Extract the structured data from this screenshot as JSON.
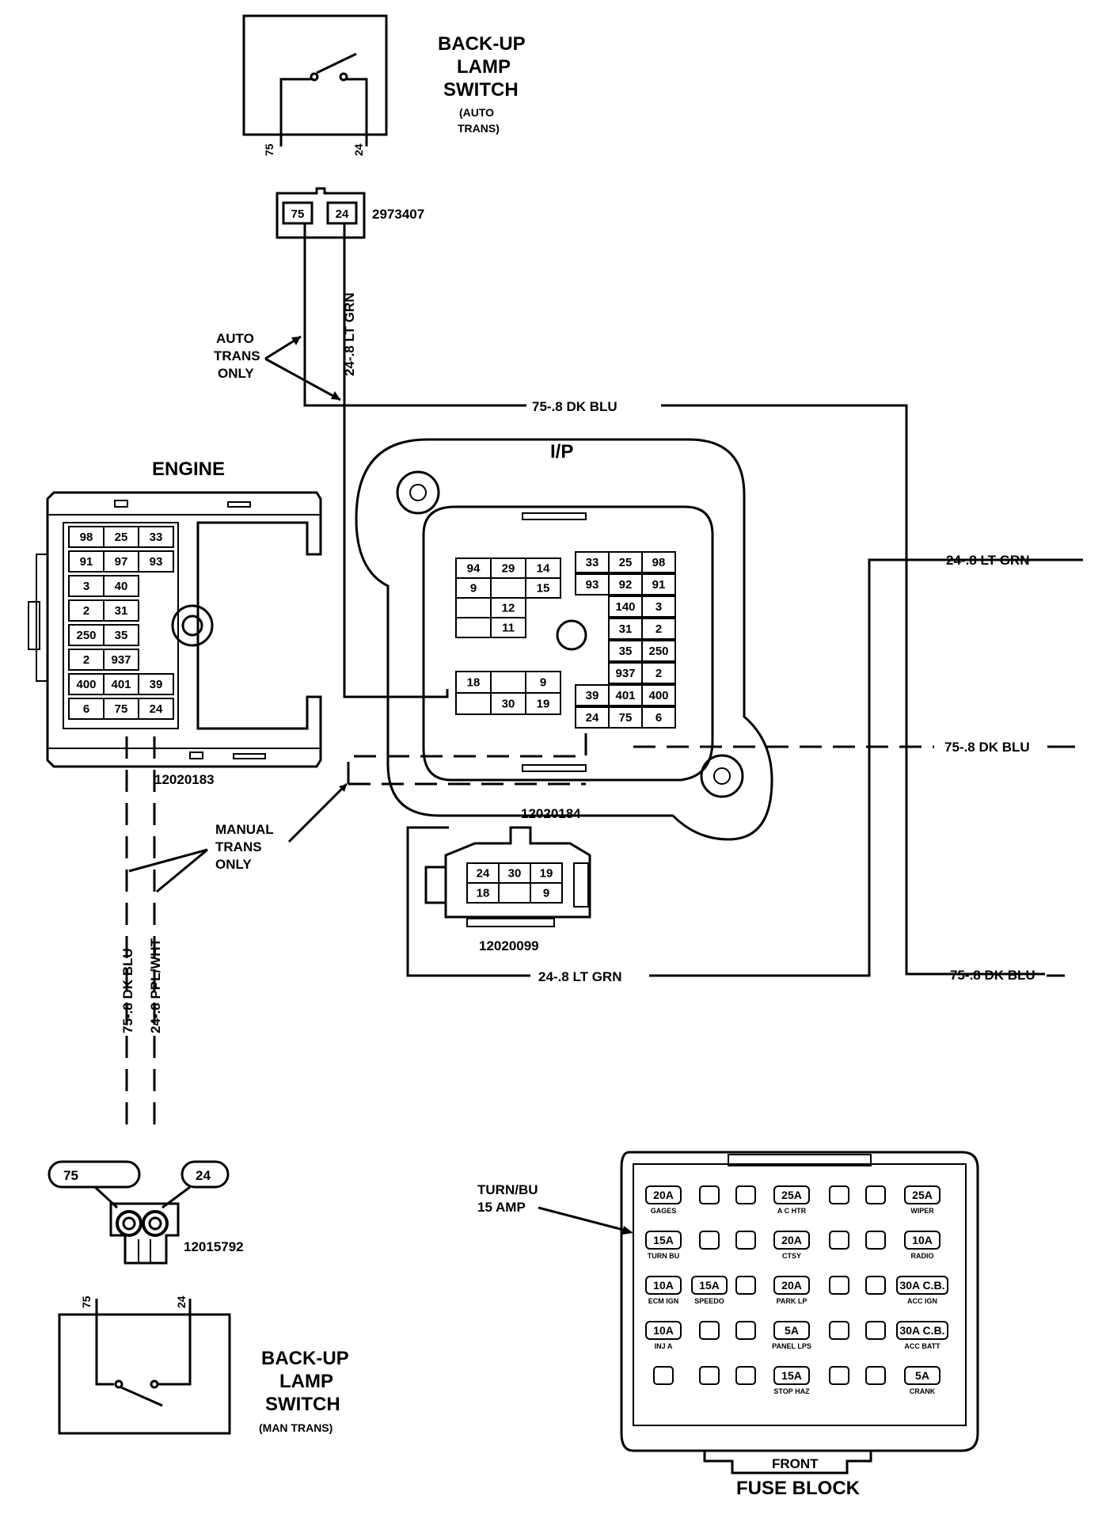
{
  "switch_auto": {
    "title_line1": "BACK-UP",
    "title_line2": "LAMP",
    "title_line3": "SWITCH",
    "sub_line1": "(AUTO",
    "sub_line2": "TRANS)",
    "pin_left": "75",
    "pin_right": "24"
  },
  "connector_top": {
    "cav1": "75",
    "cav2": "24",
    "part_number": "2973407"
  },
  "wires": {
    "lt_grn_vertical": "24-.8 LT GRN",
    "dk_blu_top": "75-.8 DK BLU",
    "lt_grn_right": "24-.8 LT GRN",
    "dk_blu_right_mid": "75-.8 DK BLU",
    "lt_grn_bottom": "24-.8 LT GRN",
    "dk_blu_right_bottom": "75-.8 DK BLU",
    "dk_blu_vertical": "75-.8 DK BLU",
    "ppl_wht_vertical": "24-.8 PPL/WHT"
  },
  "notes": {
    "auto_line1": "AUTO",
    "auto_line2": "TRANS",
    "auto_line3": "ONLY",
    "manual_line1": "MANUAL",
    "manual_line2": "TRANS",
    "manual_line3": "ONLY"
  },
  "engine_block": {
    "title": "ENGINE",
    "part_number": "12020183",
    "rows": [
      [
        "98",
        "25",
        "33"
      ],
      [
        "91",
        "97",
        "93"
      ],
      [
        "3",
        "40"
      ],
      [
        "2",
        "31"
      ],
      [
        "250",
        "35"
      ],
      [
        "2",
        "937"
      ],
      [
        "400",
        "401",
        "39"
      ],
      [
        "6",
        "75",
        "24"
      ]
    ]
  },
  "ip_block": {
    "title": "I/P",
    "left_upper": [
      "94",
      "29",
      "14",
      "9",
      "15",
      "12",
      "11"
    ],
    "left_lower": [
      "18",
      "9",
      "30",
      "19"
    ],
    "right_rows": [
      [
        "33",
        "25",
        "98"
      ],
      [
        "93",
        "92",
        "91"
      ],
      [
        "140",
        "3"
      ],
      [
        "31",
        "2"
      ],
      [
        "35",
        "250"
      ],
      [
        "937",
        "2"
      ],
      [
        "39",
        "401",
        "400"
      ],
      [
        "24",
        "75",
        "6"
      ]
    ]
  },
  "connector_ip": {
    "part_number_top": "12020184",
    "part_number_bottom": "12020099",
    "row1": [
      "24",
      "30",
      "19"
    ],
    "row2": [
      "18",
      "",
      "9"
    ]
  },
  "switch_manual": {
    "title_line1": "BACK-UP",
    "title_line2": "LAMP",
    "title_line3": "SWITCH",
    "sub": "(MAN TRANS)",
    "pin_left": "75",
    "pin_right": "24",
    "bubble_left": "75",
    "bubble_right": "24",
    "connector_part": "12015792"
  },
  "fuse_block": {
    "title": "FUSE BLOCK",
    "front_label": "FRONT",
    "callout_line1": "TURN/BU",
    "callout_line2": "15 AMP",
    "fuses": [
      {
        "rating": "20A",
        "name": "GAGES"
      },
      {
        "rating": "25A",
        "name": "A C HTR"
      },
      {
        "rating": "25A",
        "name": "WIPER"
      },
      {
        "rating": "15A",
        "name": "TURN BU"
      },
      {
        "rating": "20A",
        "name": "CTSY"
      },
      {
        "rating": "10A",
        "name": "RADIO"
      },
      {
        "rating": "10A",
        "name": "ECM IGN"
      },
      {
        "rating": "15A",
        "name": "SPEEDO"
      },
      {
        "rating": "20A",
        "name": "PARK LP"
      },
      {
        "rating": "30A C.B.",
        "name": "ACC IGN"
      },
      {
        "rating": "10A",
        "name": "INJ A"
      },
      {
        "rating": "5A",
        "name": "PANEL LPS"
      },
      {
        "rating": "30A C.B.",
        "name": "ACC BATT"
      },
      {
        "rating": "15A",
        "name": "STOP HAZ"
      },
      {
        "rating": "5A",
        "name": "CRANK"
      }
    ]
  }
}
